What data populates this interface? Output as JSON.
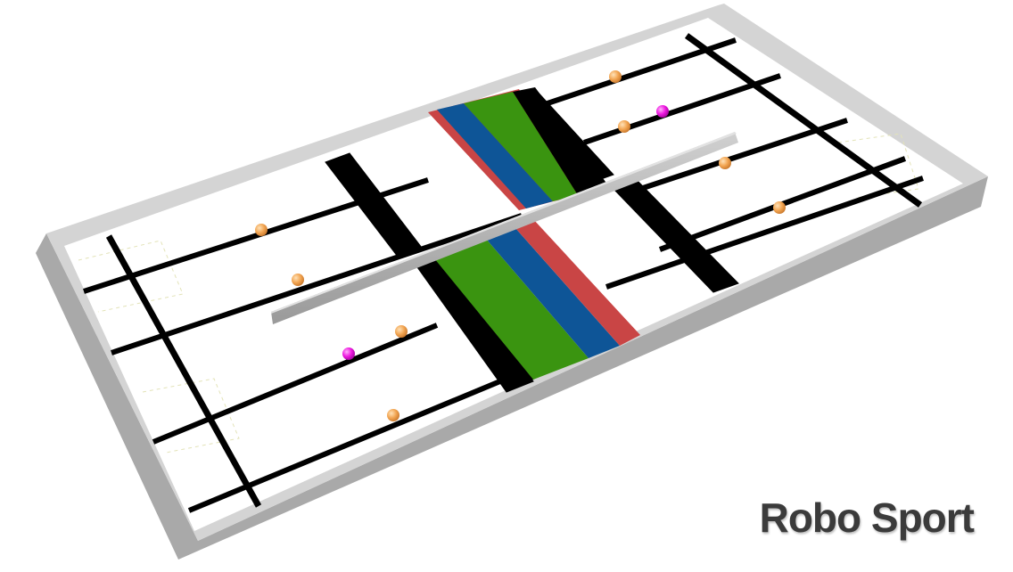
{
  "caption": "Robo Sport",
  "colors": {
    "wall_top": "#d6d6d6",
    "wall_side": "#9c9c9c",
    "floor": "#ffffff",
    "line": "#000000",
    "ramp_red": "#c94545",
    "ramp_blue": "#0e5597",
    "ramp_green": "#3a9410",
    "ball_orange": "#f2a552",
    "ball_magenta": "#ee16e0",
    "divider": "#b9b9b9"
  },
  "items": {
    "orange_ball_count": 8,
    "magenta_ball_count": 2
  }
}
